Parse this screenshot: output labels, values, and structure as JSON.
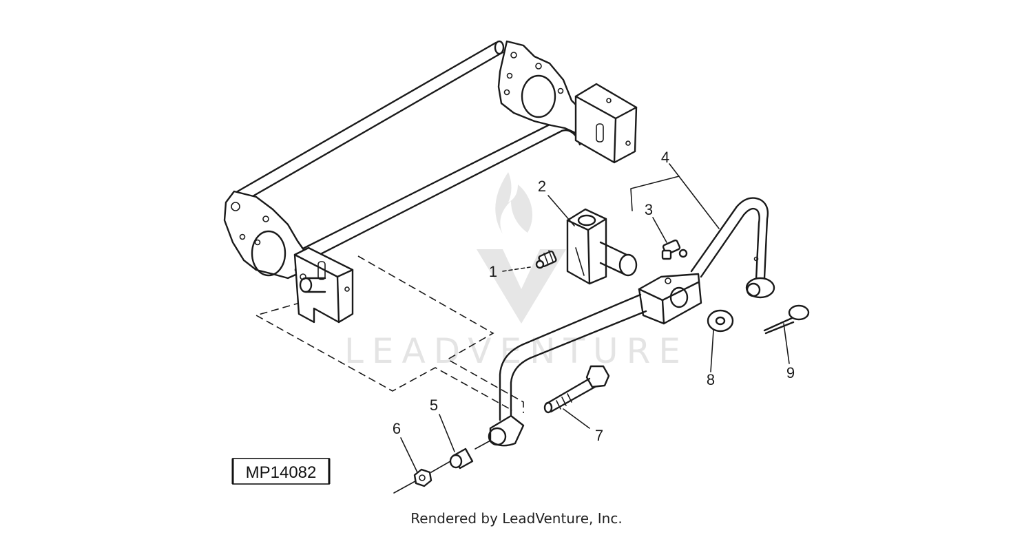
{
  "watermark": {
    "text": "LEADVENTURE",
    "color": "#e4e4e4"
  },
  "figure_id": "MP14082",
  "callouts": {
    "c1": "1",
    "c2": "2",
    "c3": "3",
    "c4": "4",
    "c5": "5",
    "c6": "6",
    "c7": "7",
    "c8": "8",
    "c9": "9"
  },
  "footer": {
    "text": "Rendered by LeadVenture, Inc."
  },
  "colors": {
    "line": "#1a1a1a",
    "background": "#ffffff"
  }
}
